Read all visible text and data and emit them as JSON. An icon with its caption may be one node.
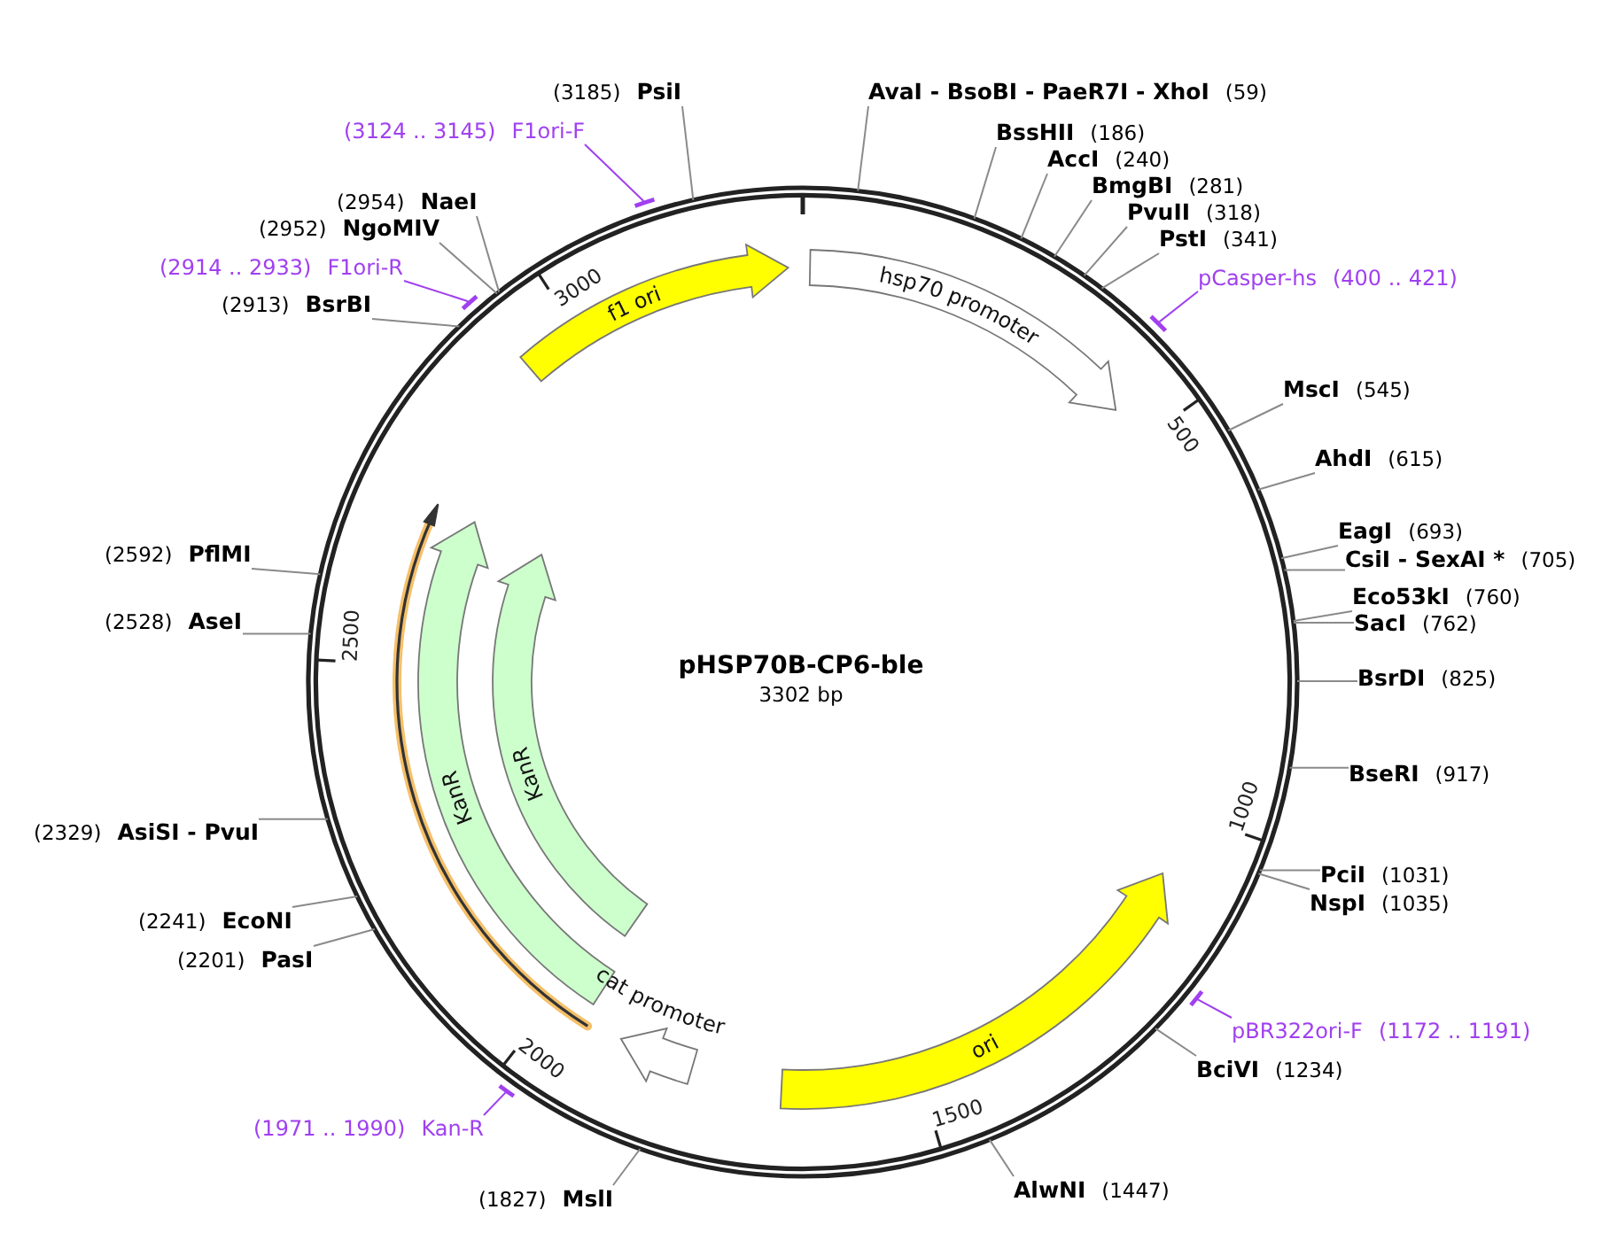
{
  "diagram": {
    "title": "pHSP70B-CP6-ble",
    "nodes": [
      {
        "text": [
          "(3185)",
          "PsiI"
        ]
      },
      {
        "text": [
          "AvaI - BsoBI - PaeR7I - XhoI",
          "(59)"
        ]
      },
      {
        "text": [
          "(3124 .. 3145)",
          "F1ori-F"
        ]
      },
      {
        "text": [
          "BssHII",
          "(186)"
        ]
      },
      {
        "text": [
          "AccI",
          "(240)"
        ]
      },
      {
        "text": [
          "BmgBI",
          "(281)"
        ]
      },
      {
        "text": [
          "PvuII",
          "(318)"
        ]
      },
      {
        "text": [
          "PstI",
          "(341)"
        ]
      },
      {
        "text": [
          "(2954)",
          "NaeI"
        ]
      },
      {
        "text": [
          "(2952)",
          "NgoMIV"
        ]
      },
      {
        "text": [
          "(2914 .. 2933)",
          "F1ori-R"
        ]
      },
      {
        "text": [
          "pCasper-hs",
          "(400 .. 421)"
        ]
      },
      {
        "text": [
          "(2913)",
          "BsrBI"
        ]
      },
      {
        "text": [
          "MscI",
          "(545)"
        ]
      },
      {
        "text": [
          "AhdI",
          "(615)"
        ]
      },
      {
        "text": [
          "EagI",
          "(693)"
        ]
      },
      {
        "text": [
          "CsiI - SexAI *",
          "(705)"
        ]
      },
      {
        "text": [
          "(2592)",
          "PflMI"
        ]
      },
      {
        "text": [
          "Eco53kI",
          "(760)"
        ]
      },
      {
        "text": [
          "SacI",
          "(762)"
        ]
      },
      {
        "text": [
          "(2528)",
          "AseI"
        ]
      },
      {
        "text": [
          "BsrDI",
          "(825)"
        ]
      },
      {
        "text": [
          "BseRI",
          "(917)"
        ]
      },
      {
        "text": [
          "(2329)",
          "AsiSI - PvuI"
        ]
      },
      {
        "text": [
          "PciI",
          "(1031)"
        ]
      },
      {
        "text": [
          "NspI",
          "(1035)"
        ]
      },
      {
        "text": [
          "(2241)",
          "EcoNI"
        ]
      },
      {
        "text": [
          "(2201)",
          "PasI"
        ]
      },
      {
        "text": [
          "pBR322ori-F",
          "(1172 .. 1191)"
        ]
      },
      {
        "text": [
          "BciVI",
          "(1234)"
        ]
      },
      {
        "text": [
          "(1971 .. 1990)",
          "Kan-R"
        ]
      },
      {
        "text": [
          "AlwNI",
          "(1447)"
        ]
      },
      {
        "text": [
          "(1827)",
          "MslI"
        ]
      },
      {
        "text": [
          "hsp70 promoter"
        ]
      },
      {
        "text": [
          "f1 ori"
        ]
      },
      {
        "text": [
          "KanR"
        ]
      },
      {
        "text": [
          "KanR"
        ]
      },
      {
        "text": [
          "cat promoter"
        ]
      },
      {
        "text": [
          "ori"
        ]
      },
      {
        "text": [],
        "shape": "bar"
      }
    ],
    "edges": [
      {
        "from": 0,
        "to": null,
        "arrow": "none"
      },
      {
        "from": 1,
        "to": null,
        "arrow": "none"
      },
      {
        "from": 2,
        "to": null,
        "arrow": "none",
        "color": "#a040f0"
      },
      {
        "from": 3,
        "to": null,
        "arrow": "none"
      },
      {
        "from": 4,
        "to": null,
        "arrow": "none"
      },
      {
        "from": 5,
        "to": null,
        "arrow": "none"
      },
      {
        "from": 6,
        "to": null,
        "arrow": "none"
      },
      {
        "from": 7,
        "to": null,
        "arrow": "none"
      },
      {
        "from": 8,
        "to": null,
        "arrow": "none"
      },
      {
        "from": 9,
        "to": null,
        "arrow": "none"
      },
      {
        "from": 10,
        "to": null,
        "arrow": "none",
        "color": "#a040f0"
      },
      {
        "from": 11,
        "to": null,
        "arrow": "none",
        "color": "#a040f0"
      },
      {
        "from": 12,
        "to": null,
        "arrow": "none"
      },
      {
        "from": 13,
        "to": null,
        "arrow": "none"
      },
      {
        "from": 14,
        "to": null,
        "arrow": "none"
      },
      {
        "from": 15,
        "to": null,
        "arrow": "none"
      },
      {
        "from": 16,
        "to": null,
        "arrow": "none"
      },
      {
        "from": 17,
        "to": null,
        "arrow": "none"
      },
      {
        "from": 18,
        "to": null,
        "arrow": "none"
      },
      {
        "from": 19,
        "to": null,
        "arrow": "none"
      },
      {
        "from": 20,
        "to": null,
        "arrow": "none"
      },
      {
        "from": 21,
        "to": null,
        "arrow": "none"
      },
      {
        "from": 22,
        "to": null,
        "arrow": "none"
      },
      {
        "from": 23,
        "to": null,
        "arrow": "none"
      },
      {
        "from": 24,
        "to": null,
        "arrow": "none"
      },
      {
        "from": 25,
        "to": null,
        "arrow": "none"
      },
      {
        "from": 26,
        "to": null,
        "arrow": "none"
      },
      {
        "from": 27,
        "to": null,
        "arrow": "none"
      },
      {
        "from": 28,
        "to": null,
        "arrow": "none",
        "color": "#a040f0"
      },
      {
        "from": 29,
        "to": null,
        "arrow": "none"
      },
      {
        "from": 30,
        "to": null,
        "arrow": "none",
        "color": "#a040f0"
      },
      {
        "from": 31,
        "to": null,
        "arrow": "none"
      },
      {
        "from": 32,
        "to": null,
        "arrow": "none"
      }
    ],
    "labels": [
      "3302 bp",
      "500",
      "1000",
      "1500",
      "2000",
      "2500",
      "3000"
    ]
  }
}
